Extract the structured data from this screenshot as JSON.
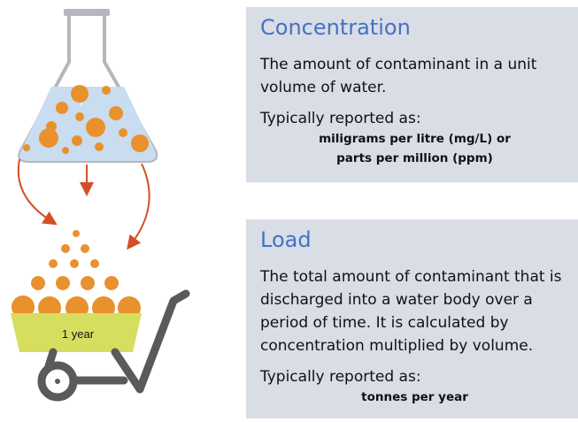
{
  "colors": {
    "title_blue": "#4472c4",
    "panel_bg": "#d8dde6",
    "particle_orange": "#e8912d",
    "arrow_red": "#d24f26",
    "flask_liquid": "#c9dcf0",
    "wheelbarrow_bin": "#d7dd5f",
    "wheelbarrow_frame": "#5a5a5a"
  },
  "illustration": {
    "wheelbarrow_label": "1 year"
  },
  "concentration": {
    "title": "Concentration",
    "description": "The amount of contaminant in a unit volume of water.",
    "reported_as": "Typically reported as:",
    "units": [
      "miligrams per litre (mg/L) or",
      "parts per million (ppm)"
    ]
  },
  "load": {
    "title": "Load",
    "description": "The total amount of contaminant that is discharged into a water body over a period of time. It is calculated by concentration multiplied by volume.",
    "reported_as": "Typically reported as:",
    "units": [
      "tonnes per year"
    ]
  }
}
